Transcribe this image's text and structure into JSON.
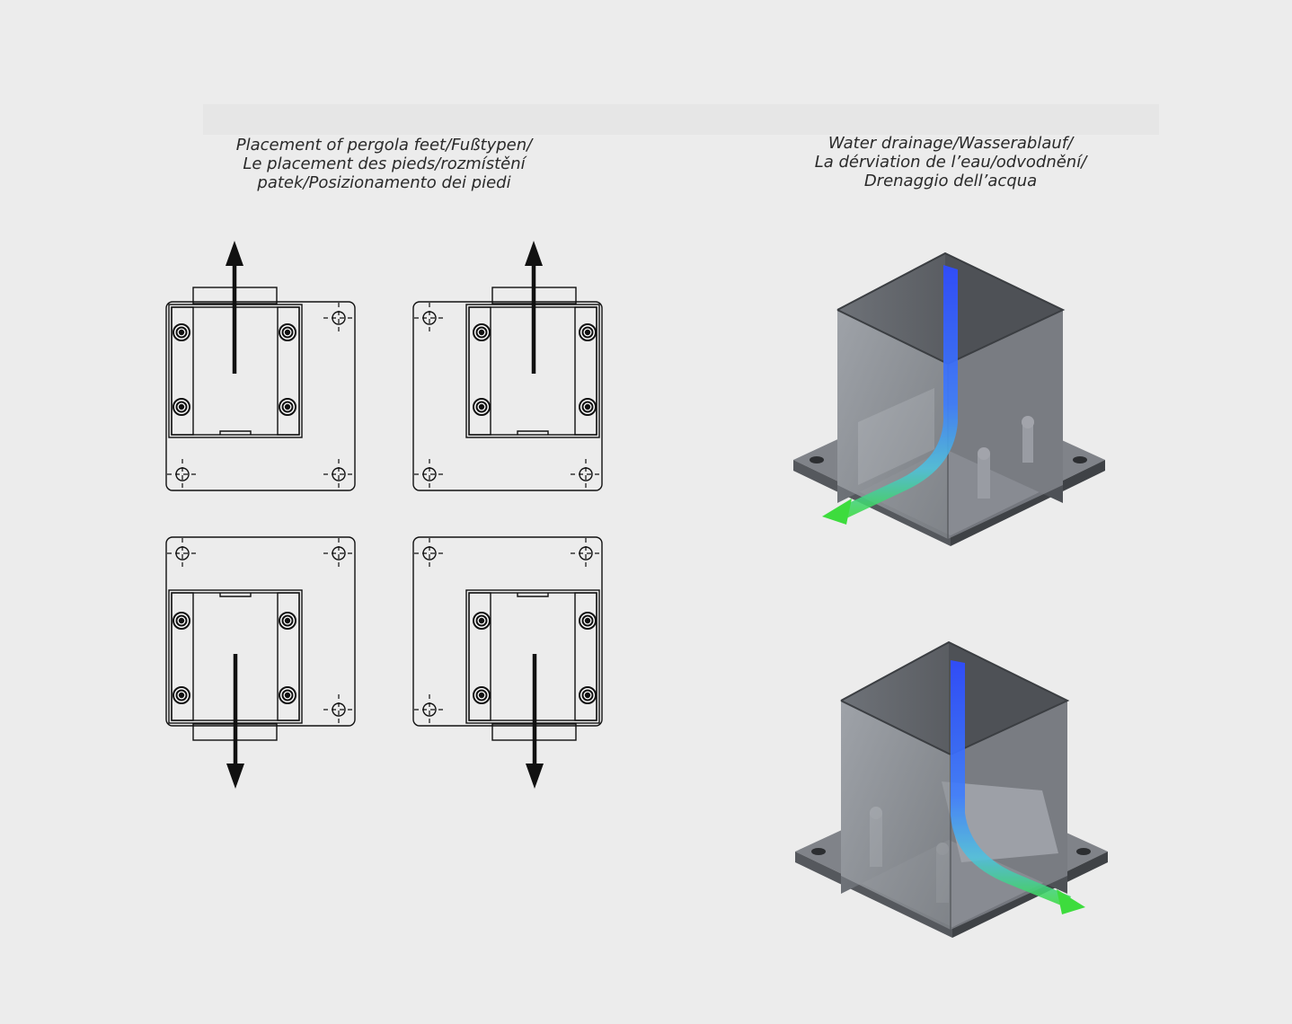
{
  "colors": {
    "background": "#ececec",
    "line": "#1a1a1a",
    "steel": "#7a7d82",
    "water_blue": "#3b5bff",
    "water_green": "#3ddc3d"
  },
  "placement_caption": {
    "line1": "Placement of pergola feet/Fußtypen/",
    "line2": "Le placement des pieds/rozmístění",
    "line3": "patek/Posizionamento dei piedi"
  },
  "drainage_caption": {
    "line1": "Water drainage/Wasserablauf/",
    "line2": "La dérviation de l’eau/odvodnění/",
    "line3": "Drenaggio dell’acqua"
  },
  "feet": [
    {
      "id": "top-left",
      "arrow": "up"
    },
    {
      "id": "top-right",
      "arrow": "up"
    },
    {
      "id": "bottom-left",
      "arrow": "down"
    },
    {
      "id": "bottom-right",
      "arrow": "down"
    }
  ],
  "drainage_views": [
    {
      "id": "left-outlet",
      "outlet": "front-left"
    },
    {
      "id": "right-outlet",
      "outlet": "front-right"
    }
  ]
}
